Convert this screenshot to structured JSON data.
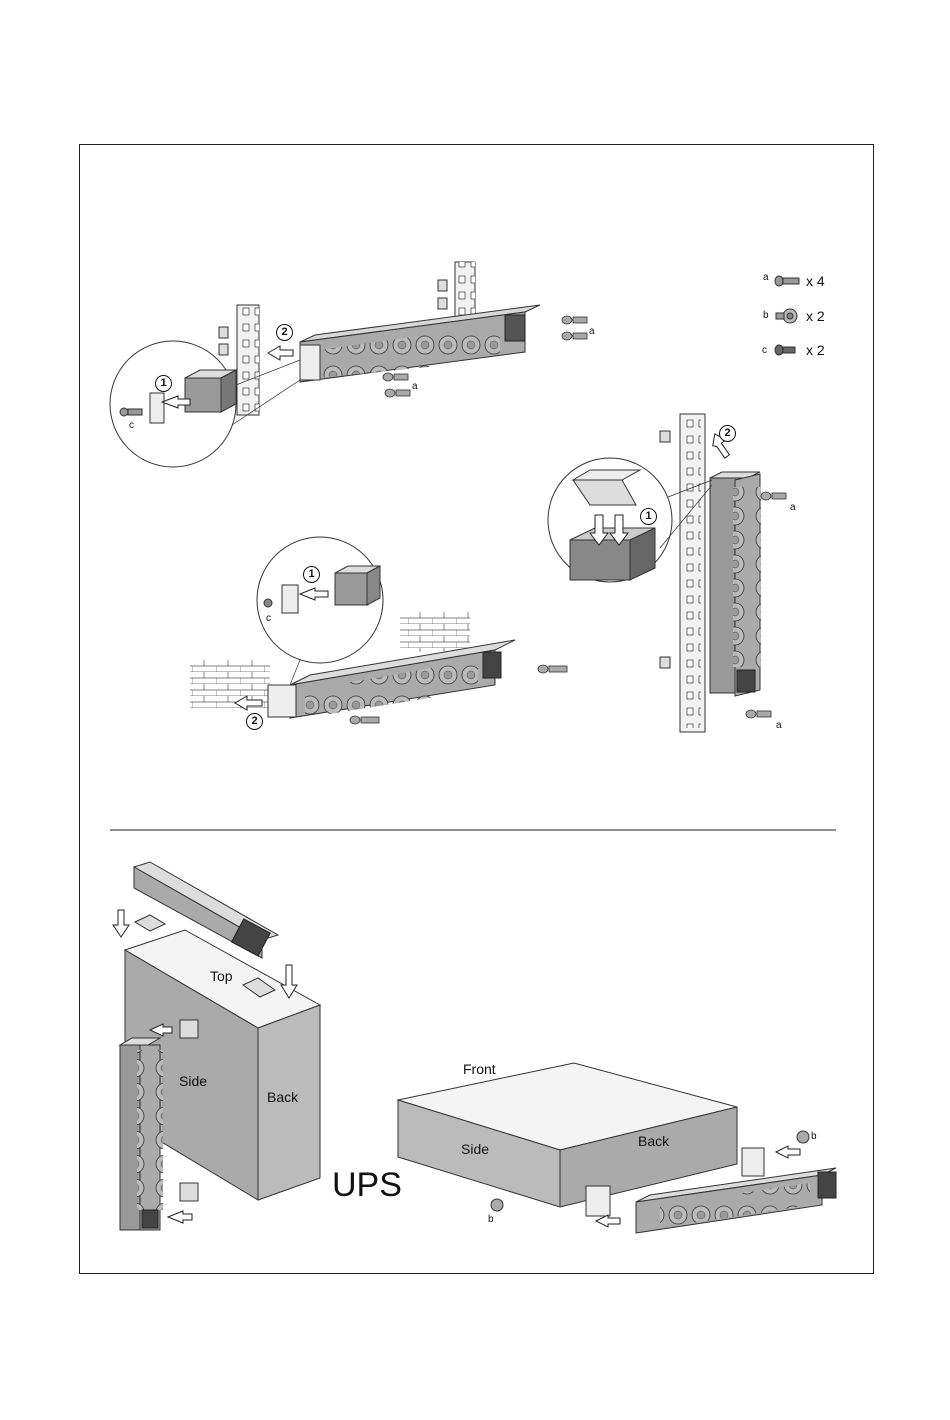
{
  "legend": [
    {
      "key": "a",
      "qty": "x 4"
    },
    {
      "key": "b",
      "qty": "x 2"
    },
    {
      "key": "c",
      "qty": "x 2"
    }
  ],
  "steps": {
    "one": "1",
    "two": "2"
  },
  "screw_labels": {
    "a": "a",
    "b": "b",
    "c": "c"
  },
  "ups": {
    "left_box": {
      "top": "Top",
      "side": "Side",
      "back": "Back"
    },
    "right_box": {
      "front": "Front",
      "side": "Side",
      "back": "Back"
    },
    "ups_label": "UPS"
  }
}
